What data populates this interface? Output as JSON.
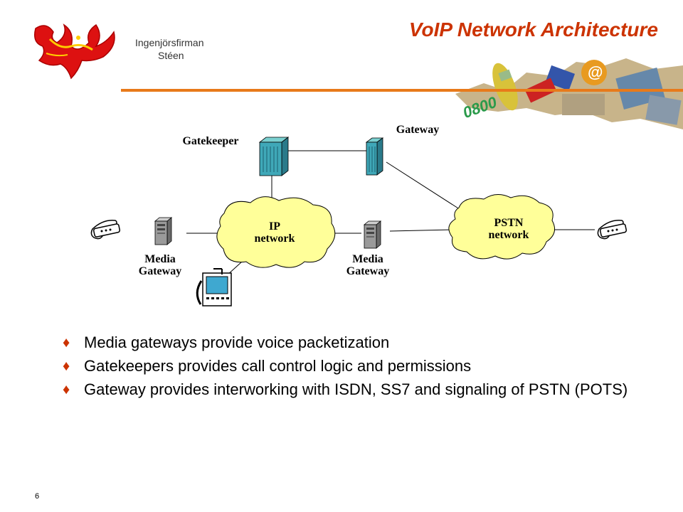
{
  "header": {
    "title": "VoIP Network Architecture",
    "logo": {
      "line1": "Ingenjörsfirman",
      "line2": "Stéen"
    },
    "accent_color": "#cc3300",
    "rule_color": "#e87a1a"
  },
  "diagram": {
    "nodes": {
      "gatekeeper": "Gatekeeper",
      "gateway": "Gateway",
      "ip_network": {
        "line1": "IP",
        "line2": "network"
      },
      "pstn_network": {
        "line1": "PSTN",
        "line2": "network"
      },
      "media_gateway_left": {
        "line1": "Media",
        "line2": "Gateway"
      },
      "media_gateway_right": {
        "line1": "Media",
        "line2": "Gateway"
      }
    },
    "cloud_color": "#ffff99"
  },
  "bullets": [
    "Media gateways provide voice packetization",
    "Gatekeepers provides call control logic and permissions",
    "Gateway provides interworking with ISDN, SS7 and signaling of PSTN (POTS)"
  ],
  "footer": {
    "page_number": "6"
  }
}
